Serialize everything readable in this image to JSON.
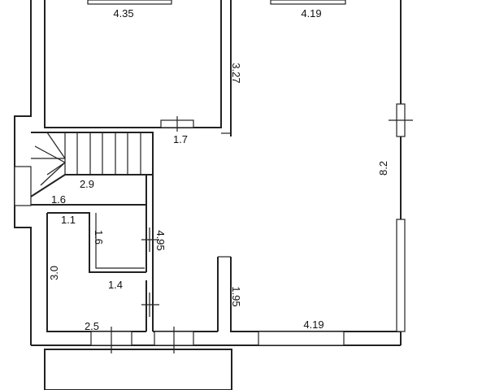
{
  "floor_plan": {
    "dimensions": {
      "upper_room_width": "4.35",
      "right_room_top_width": "4.19",
      "upper_room_height": "3.27",
      "right_room_height": "8.2",
      "corridor_opening": "1.7",
      "stair_landing_width": "2.9",
      "corridor_left_width": "1.6",
      "bath_inner_width": "1.1",
      "bath_inner_height": "1.6",
      "corridor_length": "4.95",
      "lower_left_room_height": "3.0",
      "lower_left_inner_width": "1.4",
      "right_room_lower_height": "1.95",
      "right_room_bottom_width": "4.19",
      "lower_left_room_width": "2.5"
    }
  }
}
